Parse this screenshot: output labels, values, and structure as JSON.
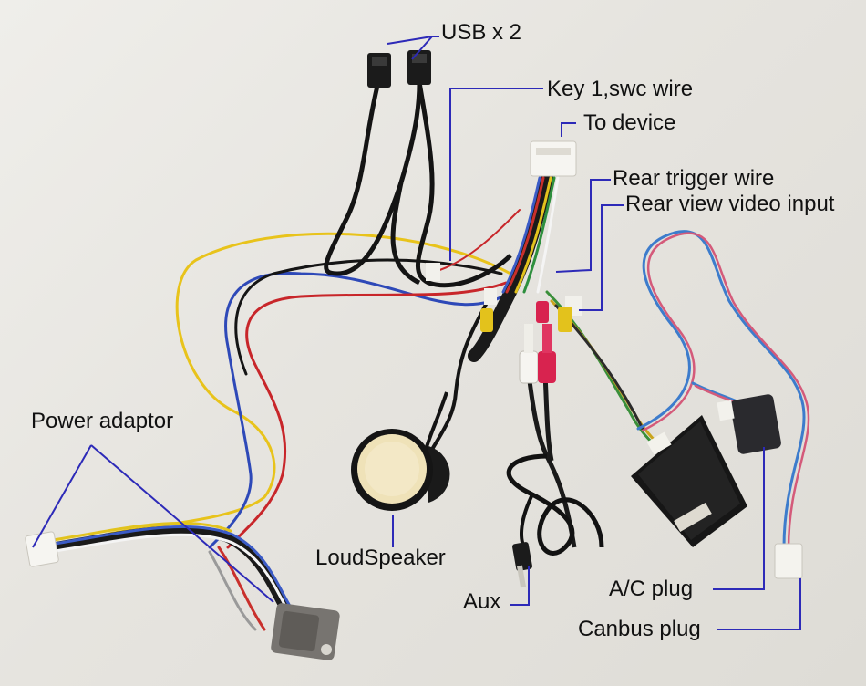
{
  "labels": {
    "usb": "USB x 2",
    "key_swc": "Key 1,swc wire",
    "to_device": "To device",
    "rear_trigger": "Rear trigger wire",
    "rear_view": "Rear view video input",
    "power_adaptor": "Power adaptor",
    "loudspeaker": "LoudSpeaker",
    "aux": "Aux",
    "ac_plug": "A/C plug",
    "canbus_plug": "Canbus plug"
  },
  "colors": {
    "background": "#e9e7e2",
    "leader_line": "#2d2ab8",
    "label_text": "#111111"
  }
}
